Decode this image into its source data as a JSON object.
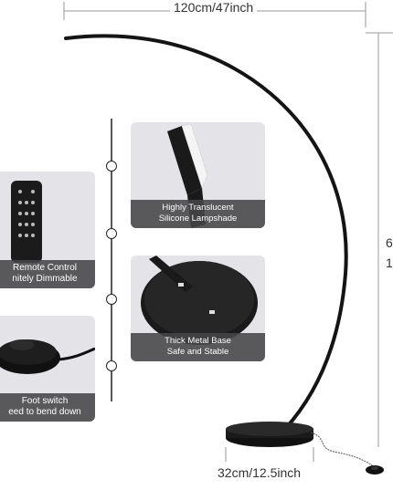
{
  "dimensions": {
    "width_label": "120cm/47inch",
    "base_label": "32cm/12.5inch",
    "height_label_line1": "6",
    "height_label_line2": "1"
  },
  "features": [
    {
      "line1": "Highly Translucent",
      "line2": "Silicone Lampshade",
      "icon": "lampshade-closeup"
    },
    {
      "line1": "Remote Control",
      "line2": "nitely Dimmable",
      "icon": "remote-control"
    },
    {
      "line1": "Thick Metal Base",
      "line2": "Safe and Stable",
      "icon": "metal-base"
    },
    {
      "line1": "Foot switch",
      "line2": "eed to bend down",
      "icon": "foot-switch"
    }
  ],
  "colors": {
    "lamp": "#141414",
    "panel_bg": "#e4e4e8",
    "caption_bg": "#464648",
    "dim_line": "#999999"
  }
}
